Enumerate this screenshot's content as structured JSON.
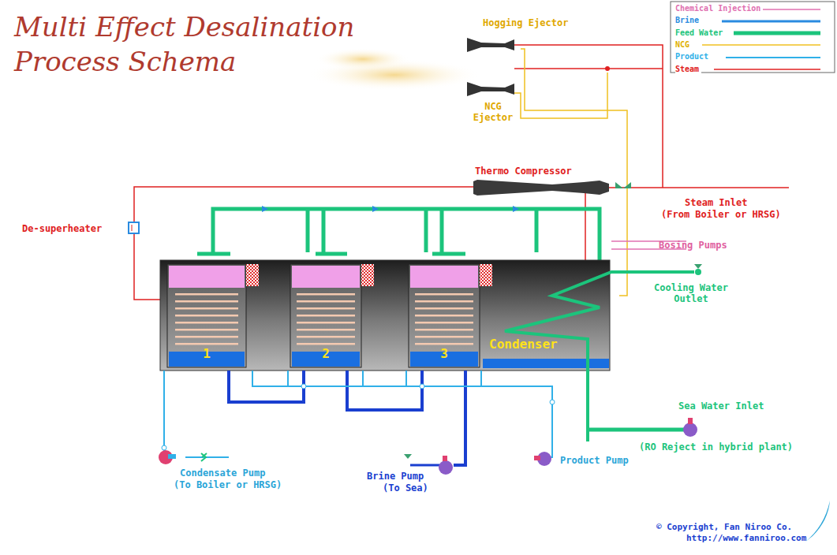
{
  "diagram": {
    "title": "Multi Effect Desalination Process Schema",
    "nodes": [
      {
        "text": [
          "1"
        ]
      },
      {
        "text": [
          "2"
        ]
      },
      {
        "text": [
          "3"
        ]
      },
      {
        "text": [
          "Condenser"
        ]
      }
    ],
    "labels": [
      "Hogging Ejector",
      "NCG Ejector",
      "Thermo Compressor",
      "Steam Inlet",
      "(From Boiler or HRSG)",
      "De-superheater",
      "Bosing Pumps",
      "Cooling Water Outlet",
      "Sea Water Inlet",
      "(RO Reject in hybrid plant)",
      "Product Pump",
      "Brine Pump",
      "(To Sea)",
      "Condensate Pump",
      "(To Boiler or HRSG)",
      "© Copyright, Fan Niroo Co.",
      "http://www.fanniroo.com"
    ],
    "legend": [
      {
        "text": "Chemical Injection"
      },
      {
        "text": "Brine"
      },
      {
        "text": "Feed Water"
      },
      {
        "text": "NCG"
      },
      {
        "text": "Product"
      },
      {
        "text": "Steam"
      }
    ]
  }
}
